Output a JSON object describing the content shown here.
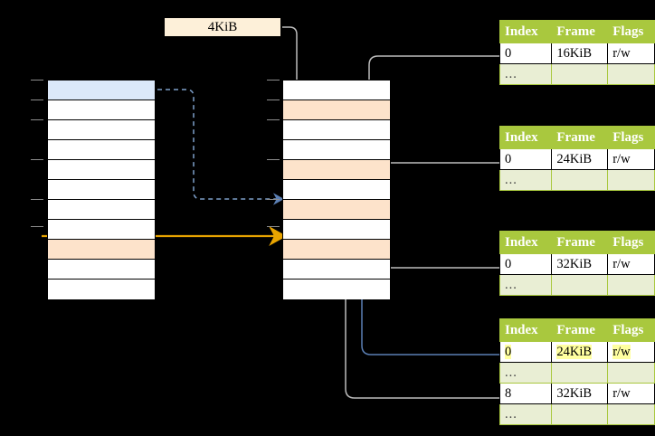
{
  "diagram": {
    "title_label": "4KiB",
    "colors": {
      "header_green": "#a9c83e",
      "ellipsis_row": "#e9eed4",
      "highlight_yellow": "#ffffa0",
      "peach_row": "#fde3cb",
      "blue_row": "#dbe8f9",
      "orange_arrow": "#e8a400",
      "blue_arrow": "#5b7fb4",
      "gray_connector": "#bdbdbd",
      "label_background": "#fdf0d9"
    }
  },
  "virtual_column": {
    "name": "virtual-address-space-column",
    "rows": [
      {
        "fill": "blue"
      },
      {
        "fill": "white"
      },
      {
        "fill": "white"
      },
      {
        "fill": "white"
      },
      {
        "fill": "white"
      },
      {
        "fill": "white"
      },
      {
        "fill": "white"
      },
      {
        "fill": "white"
      },
      {
        "fill": "peach"
      },
      {
        "fill": "white"
      },
      {
        "fill": "white"
      }
    ]
  },
  "physical_column": {
    "name": "physical-memory-column",
    "rows": [
      {
        "fill": "white"
      },
      {
        "fill": "peach"
      },
      {
        "fill": "white"
      },
      {
        "fill": "white"
      },
      {
        "fill": "peach"
      },
      {
        "fill": "white"
      },
      {
        "fill": "peach"
      },
      {
        "fill": "white"
      },
      {
        "fill": "peach"
      },
      {
        "fill": "white"
      },
      {
        "fill": "white"
      }
    ]
  },
  "page_tables": [
    {
      "name": "page-table-1",
      "headers": [
        "Index",
        "Frame",
        "Flags"
      ],
      "rows": [
        {
          "type": "entry",
          "index": "0",
          "frame": "16KiB",
          "flags": "r/w"
        },
        {
          "type": "ellipsis",
          "index": "...",
          "frame": "",
          "flags": ""
        }
      ]
    },
    {
      "name": "page-table-2",
      "headers": [
        "Index",
        "Frame",
        "Flags"
      ],
      "rows": [
        {
          "type": "entry",
          "index": "0",
          "frame": "24KiB",
          "flags": "r/w"
        },
        {
          "type": "ellipsis",
          "index": "...",
          "frame": "",
          "flags": ""
        }
      ]
    },
    {
      "name": "page-table-3",
      "headers": [
        "Index",
        "Frame",
        "Flags"
      ],
      "rows": [
        {
          "type": "entry",
          "index": "0",
          "frame": "32KiB",
          "flags": "r/w"
        },
        {
          "type": "ellipsis",
          "index": "...",
          "frame": "",
          "flags": ""
        }
      ]
    },
    {
      "name": "page-table-4",
      "headers": [
        "Index",
        "Frame",
        "Flags"
      ],
      "rows": [
        {
          "type": "entry",
          "index": "0",
          "frame": "24KiB",
          "flags": "r/w",
          "highlight": true
        },
        {
          "type": "ellipsis",
          "index": "...",
          "frame": "",
          "flags": ""
        },
        {
          "type": "entry",
          "index": "8",
          "frame": "32KiB",
          "flags": "r/w"
        },
        {
          "type": "ellipsis",
          "index": "...",
          "frame": "",
          "flags": ""
        }
      ]
    }
  ]
}
